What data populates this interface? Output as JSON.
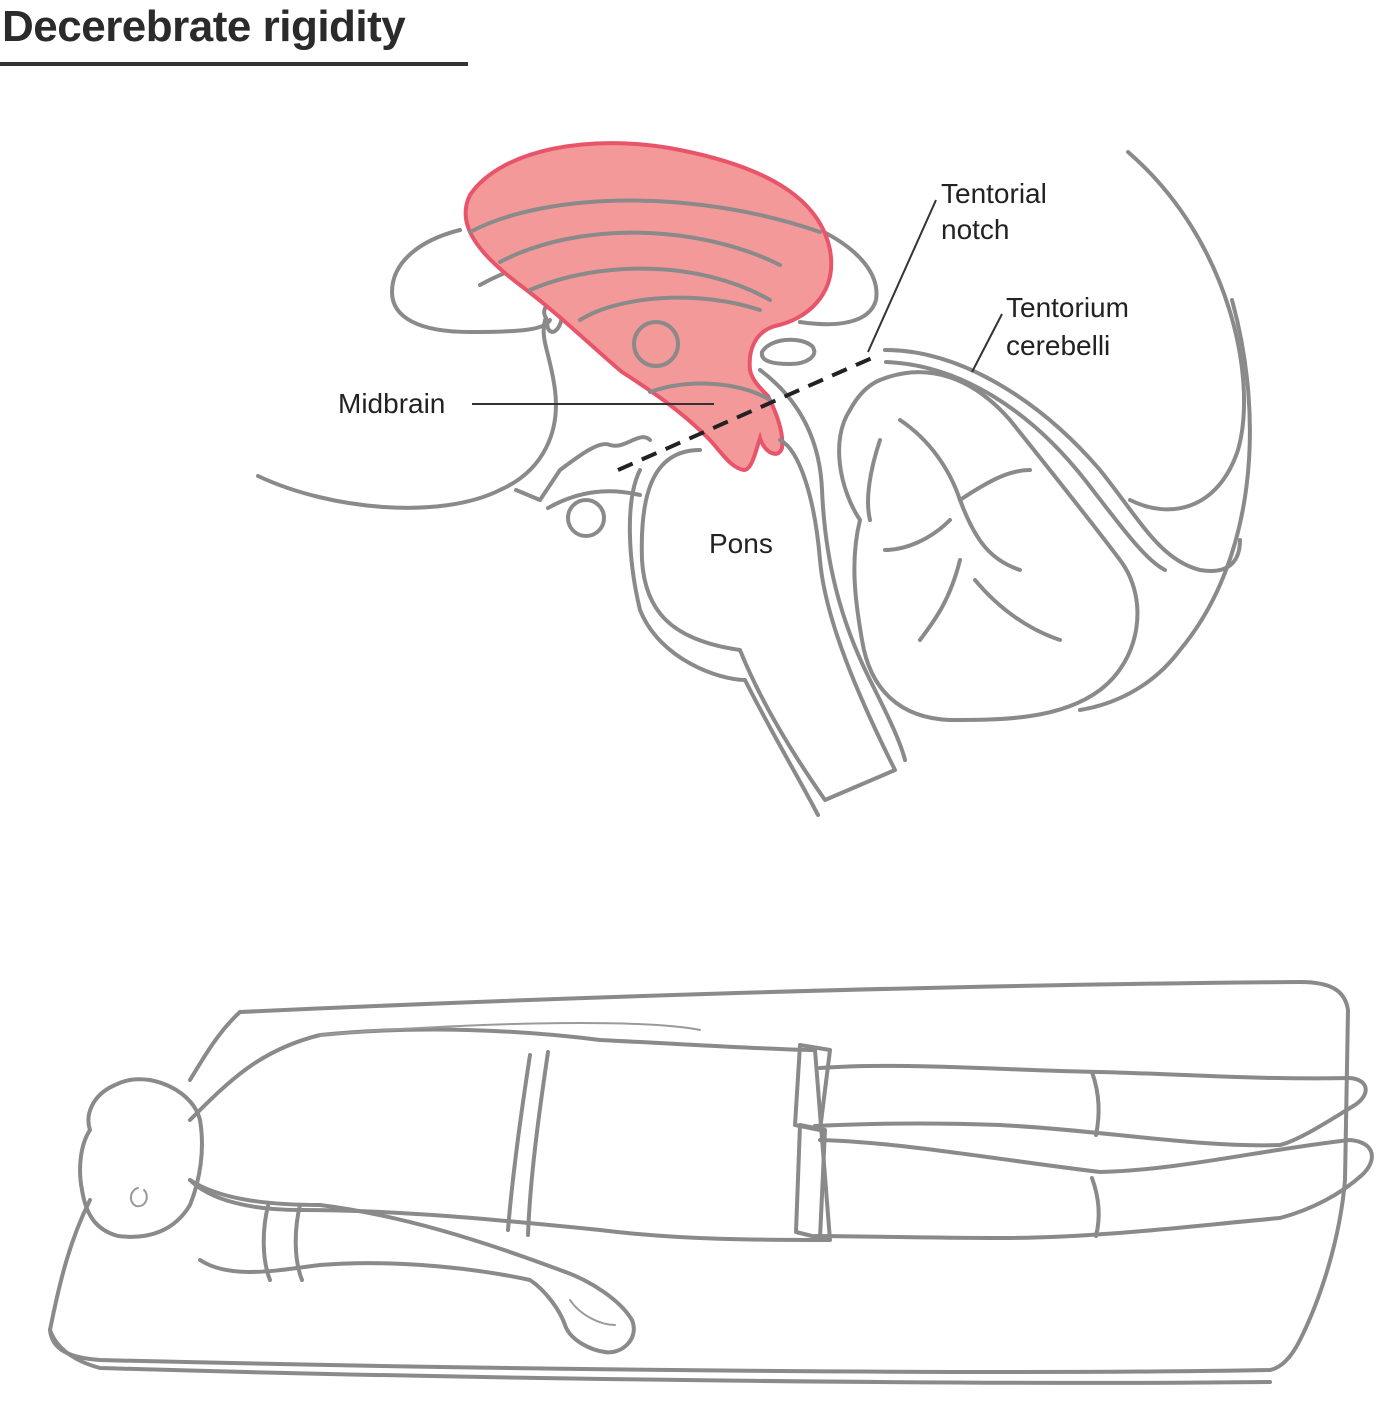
{
  "title": "Decerebrate rigidity",
  "labels": {
    "tentorial_notch": [
      "Tentorial",
      "notch"
    ],
    "tentorium_cerebelli": [
      "Tentorium",
      "cerebelli"
    ],
    "midbrain": "Midbrain",
    "pons": "Pons"
  },
  "colors": {
    "highlight_fill": "#f4999a",
    "highlight_stroke": "#e8546a",
    "outline": "#8a8a8a",
    "text": "#222222"
  }
}
